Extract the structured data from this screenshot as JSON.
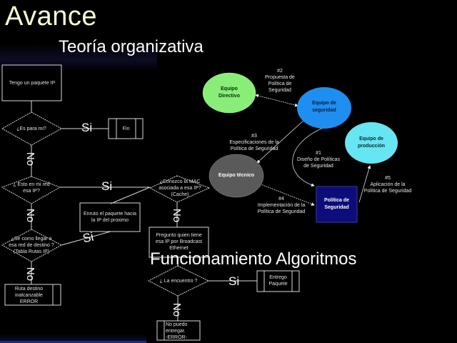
{
  "header": {
    "title": "Avance",
    "subtitle": "Teoría organizativa",
    "subtitle2": "Funcionamiento Algoritmos"
  },
  "flowchart": {
    "start": "Tengo un paquete IP",
    "q1": "¿Es para mi?",
    "end_fin": "Fin",
    "q2_line1": "¿ Esto en mi red",
    "q2_line2": "esa IP?",
    "route_line1": "Enruto el paquete hacia",
    "route_line2": "la IP del proximo",
    "q3_line1": "¿Se como llegar a",
    "q3_line2": "esa red de destino ?",
    "q3_line3": "(Tabla Rutas IP)",
    "error1_line1": "Ruta destino",
    "error1_line2": "inalcanzable",
    "error1_line3": "ERROR",
    "q4_line1": "¿Conozco la MAC",
    "q4_line2": "asociada a esa IP?",
    "q4_line3": "(Cache)",
    "ask_line1": "Pregunto quien tiene",
    "ask_line2": "esa IP por Broadcast",
    "ask_line3": "Ethernet",
    "q5": "¿ La encuentro ?",
    "deliver_line1": "Entrego",
    "deliver_line2": "Paquete",
    "error2_line1": "No puedo",
    "error2_line2": "entregar.",
    "error2_line3": "-ERROR-",
    "yes": "Si",
    "no": "No"
  },
  "org_diagram": {
    "nodes": {
      "directivo_line1": "Equipo",
      "directivo_line2": "Directivo",
      "seguridad_line1": "Equipo de",
      "seguridad_line2": "seguridad",
      "produccion_line1": "Equipo de",
      "produccion_line2": "producción",
      "tecnico": "Equipo técnico",
      "politica_line1": "Política de",
      "politica_line2": "Seguridad"
    },
    "labels": {
      "e2_num": "#2",
      "e2_line1": "Propuesta de",
      "e2_line2": "Política de",
      "e2_line3": "Seguridad",
      "e3_num": "#3",
      "e3_line1": "Especificaciones de la",
      "e3_line2": "Política de Seguridad",
      "e1_num": "#1",
      "e1_line1": "Diseño de Políticas",
      "e1_line2": "de Seguridad",
      "e4_num": "#4",
      "e4_line1": "Implementación de la",
      "e4_line2": "Política de Seguridad",
      "e5_num": "#5",
      "e5_line1": "Aplicación de la",
      "e5_line2": "Política de Seguridad"
    },
    "colors": {
      "directivo": "#88ee77",
      "seguridad": "#1e8ff0",
      "produccion": "#66e6f2",
      "tecnico": "#5a5a5a",
      "politica": "#0c0c7a"
    }
  }
}
